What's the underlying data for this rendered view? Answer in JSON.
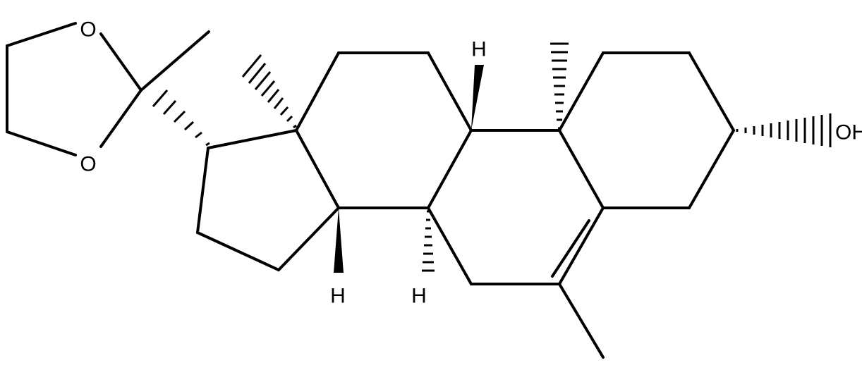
{
  "structure": {
    "atom_labels": {
      "o_upper": "O",
      "o_lower": "O",
      "h_c9": "H",
      "h_c14": "H",
      "h_c8": "H",
      "hydroxyl": "OH"
    },
    "line_color": "#000000",
    "background": "#ffffff"
  }
}
